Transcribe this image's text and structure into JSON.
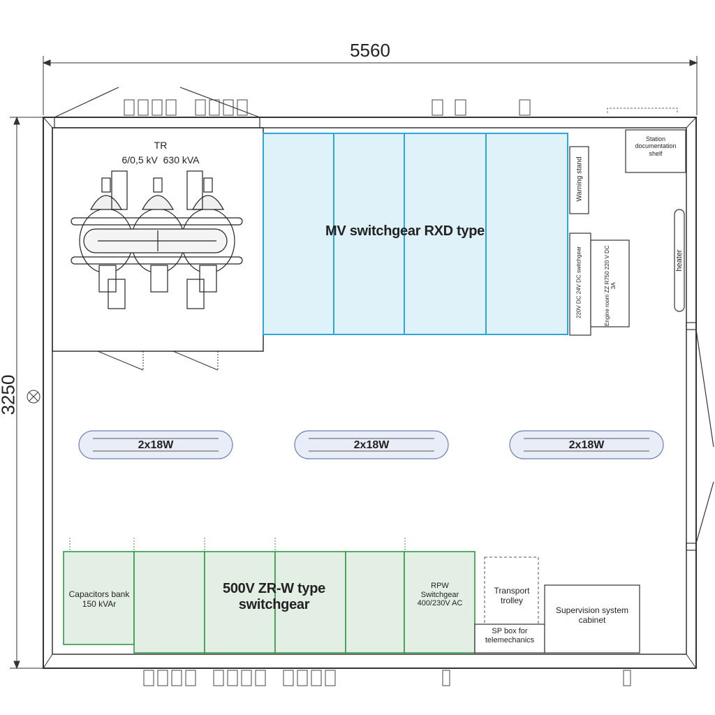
{
  "dimensions": {
    "width": "5560",
    "height": "3250"
  },
  "transformer": {
    "title": "TR",
    "rating": "6/0,5 kV  630 kVA"
  },
  "mv_switchgear": {
    "label": "MV switchgear RXD type"
  },
  "warning_stand": {
    "label": "Warning stand"
  },
  "dc_switchgear": {
    "label": "220V DC  24V DC switchgear"
  },
  "engine_room": {
    "label": "Engine room ZZ R750 220 V DC 3A"
  },
  "station_doc_shelf": {
    "label": "Station documentation shelf"
  },
  "heater": {
    "label": "heater"
  },
  "lamps": [
    {
      "label": "2x18W"
    },
    {
      "label": "2x18W"
    },
    {
      "label": "2x18W"
    }
  ],
  "capacitors": {
    "label": "Capacitors bank 150 kVAr"
  },
  "lv_switchgear": {
    "label": "500V ZR-W type switchgear"
  },
  "rpw": {
    "label": "RPW Switchgear 400/230V AC"
  },
  "transport_trolley": {
    "label": "Transport trolley"
  },
  "sp_box": {
    "label": "SP box for telemechanics"
  },
  "supervision": {
    "label": "Supervision system cabinet"
  },
  "colors": {
    "mv_fill": "#dff1f9",
    "mv_stroke": "#2aa7d8",
    "lv_fill": "#e3eee4",
    "lv_stroke": "#2f9a45",
    "lamp_fill": "#e8edf8",
    "lamp_stroke": "#6b7fb8"
  }
}
